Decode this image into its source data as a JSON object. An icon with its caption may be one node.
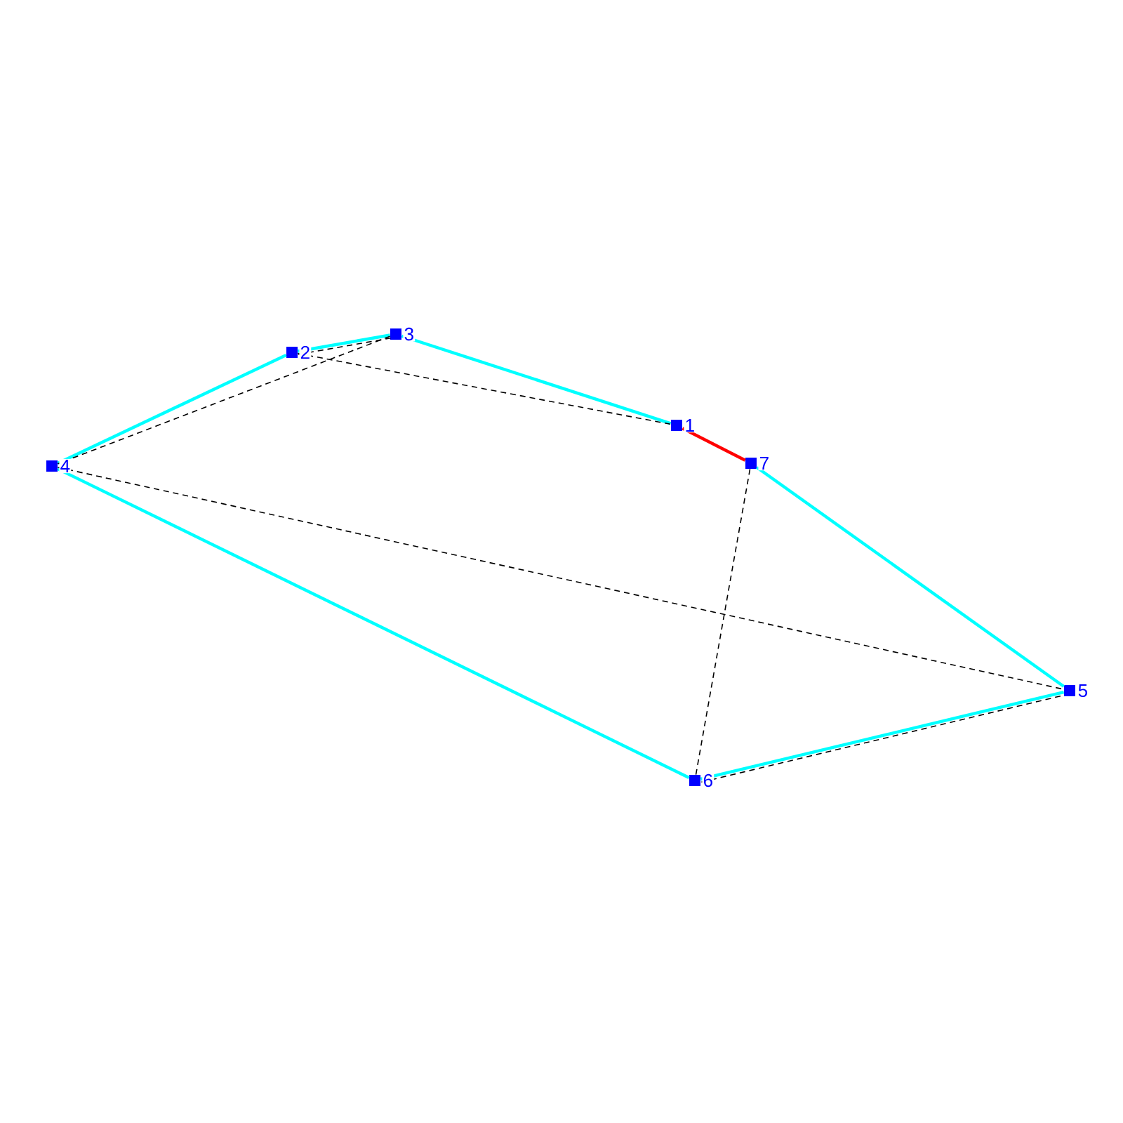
{
  "diagram": {
    "nodes": [
      {
        "text": [],
        "shape": "box",
        "beside": [
          "1"
        ]
      },
      {
        "text": [],
        "shape": "box",
        "beside": [
          "2"
        ]
      },
      {
        "text": [],
        "shape": "box",
        "beside": [
          "3"
        ]
      },
      {
        "text": [],
        "shape": "box",
        "beside": [
          "4"
        ]
      },
      {
        "text": [],
        "shape": "box",
        "beside": [
          "5"
        ]
      },
      {
        "text": [],
        "shape": "box",
        "beside": [
          "6"
        ]
      },
      {
        "text": [],
        "shape": "box",
        "beside": [
          "7"
        ]
      }
    ],
    "edges": [
      {
        "from": 1,
        "to": 2,
        "arrow": "none"
      },
      {
        "from": 2,
        "to": 0,
        "arrow": "none"
      },
      {
        "from": 0,
        "to": 6,
        "arrow": "none",
        "color": "#ff0000"
      },
      {
        "from": 6,
        "to": 4,
        "arrow": "none"
      },
      {
        "from": 4,
        "to": 5,
        "arrow": "none"
      },
      {
        "from": 5,
        "to": 3,
        "arrow": "none"
      },
      {
        "from": 3,
        "to": 1,
        "arrow": "none"
      },
      {
        "from": 1,
        "to": 2,
        "arrow": "none",
        "style": "dashed",
        "color": "#000000"
      },
      {
        "from": 2,
        "to": 3,
        "arrow": "none",
        "style": "dashed",
        "color": "#000000"
      },
      {
        "from": 1,
        "to": 0,
        "arrow": "none",
        "style": "dashed",
        "color": "#000000"
      },
      {
        "from": 3,
        "to": 4,
        "arrow": "none",
        "style": "dashed",
        "color": "#000000"
      },
      {
        "from": 6,
        "to": 5,
        "arrow": "none",
        "style": "dashed",
        "color": "#000000"
      },
      {
        "from": 5,
        "to": 4,
        "arrow": "none",
        "style": "dashed",
        "color": "#000000"
      }
    ]
  }
}
